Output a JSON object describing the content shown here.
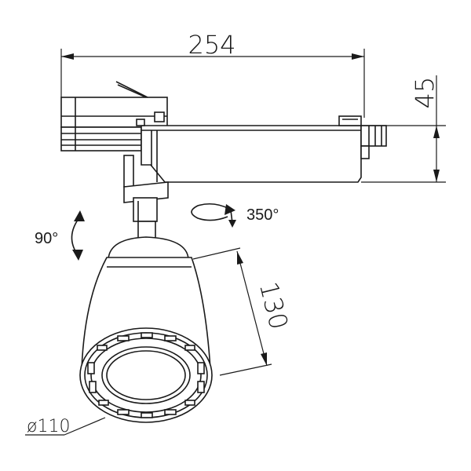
{
  "dimensions": {
    "width": "254",
    "height": "45",
    "length": "130",
    "diameter": "ø110"
  },
  "rotation": {
    "tilt": "90°",
    "pan": "350°"
  },
  "colors": {
    "line": "#1a1a1a",
    "background": "#ffffff"
  }
}
